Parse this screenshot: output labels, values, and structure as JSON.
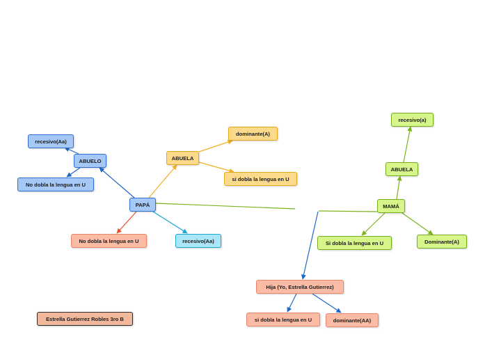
{
  "colors": {
    "blue_link": "#1f66c9",
    "orange_link": "#f0b21f",
    "red_link": "#e4502c",
    "cyan_link": "#1ba9d2",
    "green_link": "#7ab31c"
  },
  "nodes": {
    "papa": "PAPÁ",
    "abuelo_paterno": "ABUELO",
    "recesivo_aa_abuelo": "recesivo(Aa)",
    "no_dobla_abuelo": "No dobla la lengua en U",
    "no_dobla_papa": "No dobla la lengua en U",
    "recesivo_aa_papa": "recesivo(Aa)",
    "abuela_paterna": "ABUELA",
    "dominante_abuela_paterna": "dominante(A)",
    "si_dobla_abuela_paterna": "si dobla la lengua en U",
    "mama": "MAMÁ",
    "abuela_materna": "ABUELA",
    "recesivo_abuela_materna": "recesivo(a)",
    "si_dobla_mama": "Si dobla la lengua en U",
    "dominante_mama": "Dominante(A)",
    "hija": "Hija (Yo, Estrella Gutierrez)",
    "si_dobla_hija": "si dobla la lengua en U",
    "dominante_hija": "dominante(AA)"
  },
  "credit": "Estrella Gutierrez Robles 3ro B"
}
